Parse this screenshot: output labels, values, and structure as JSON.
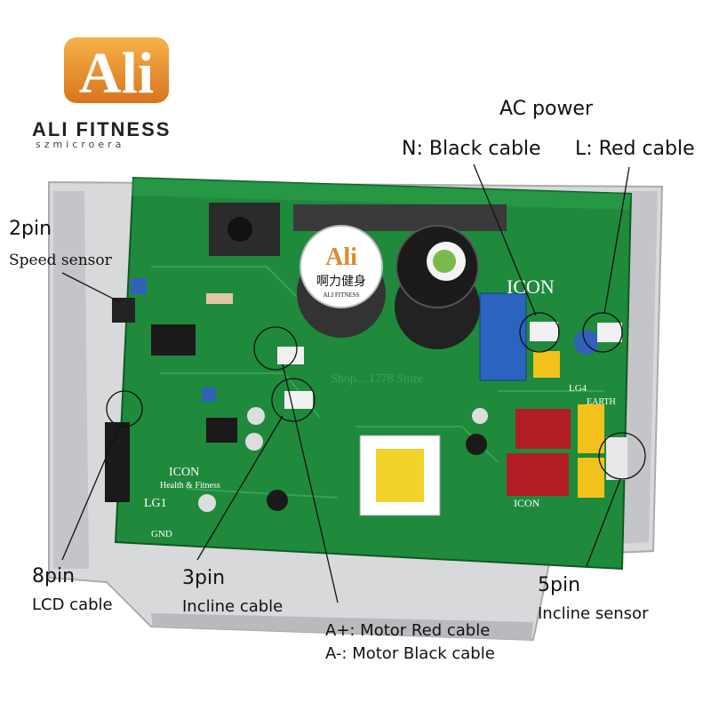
{
  "brand": {
    "logo_text": "Ali",
    "name": "ALI FITNESS",
    "tagline": "szmicroera"
  },
  "board": {
    "capacitor_brand_text": "啊力健身",
    "capacitor_brand_sub": "ALI FITNESS",
    "silkscreen_icon": "ICON",
    "silkscreen_health": "Health & Fitness",
    "silkscreen_lg1": "LG1",
    "silkscreen_gnd": "GND",
    "silkscreen_earth": "EARTH",
    "silkscreen_lg4": "LG4",
    "watermark": "Shop…1778 Store"
  },
  "callouts": {
    "ac_power": "AC power",
    "n_black": "N: Black cable",
    "l_red": "L: Red cable",
    "pin2": "2pin",
    "speed_sensor": "Speed sensor",
    "pin8": "8pin",
    "lcd_cable": "LCD cable",
    "pin3": "3pin",
    "incline_cable": "Incline cable",
    "motor_red": "A+: Motor Red cable",
    "motor_black": "A-: Motor Black cable",
    "pin5": "5pin",
    "incline_sensor": "Incline sensor"
  }
}
